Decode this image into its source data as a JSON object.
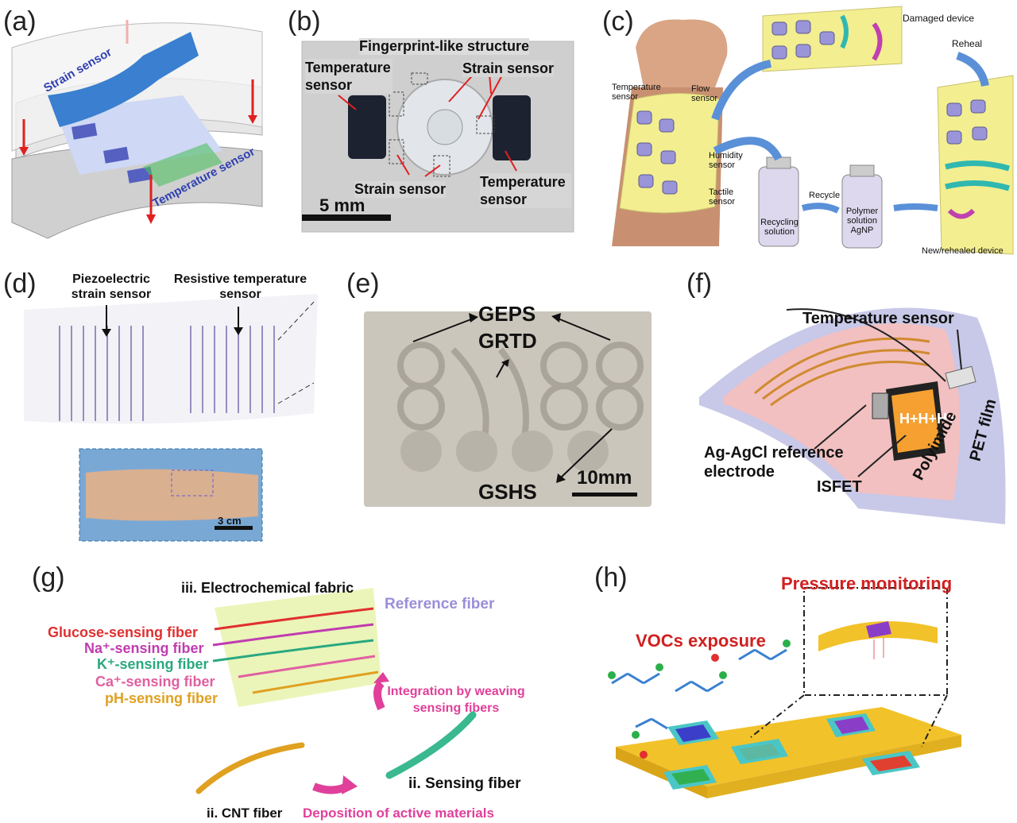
{
  "panels": {
    "a": {
      "label": "(a)",
      "strain": "Strain sensor",
      "temp": "Temperature sensor"
    },
    "b": {
      "label": "(b)",
      "fingerprint": "Fingerprint-like structure",
      "temp1": "Temperature sensor",
      "strain1": "Strain sensor",
      "strain2": "Strain sensor",
      "temp2": "Temperature sensor",
      "scale": "5 mm"
    },
    "c": {
      "label": "(c)",
      "damaged": "Damaged device",
      "reheal": "Reheal",
      "temperature": "Temperature sensor",
      "flow": "Flow sensor",
      "humidity": "Humidity sensor",
      "tactile": "Tactile sensor",
      "recycling": "Recycling solution",
      "recycle": "Recycle",
      "polymer": "Polymer solution AgNP",
      "new": "New/rehealed device"
    },
    "d": {
      "label": "(d)",
      "piezo": "Piezoelectric strain sensor",
      "resistive": "Resistive temperature sensor",
      "scale": "3 cm"
    },
    "e": {
      "label": "(e)",
      "geps": "GEPS",
      "grtd": "GRTD",
      "gshs": "GSHS",
      "scale": "10mm"
    },
    "f": {
      "label": "(f)",
      "temp": "Temperature sensor",
      "hplus": "H+H+H+",
      "agagcl": "Ag-AgCl reference electrode",
      "isfet": "ISFET",
      "polyimide": "Polyimide",
      "pet": "PET film"
    },
    "g": {
      "label": "(g)",
      "fabric": "iii. Electrochemical fabric",
      "reference": "Reference fiber",
      "glucose": "Glucose-sensing fiber",
      "na": "Na⁺-sensing fiber",
      "k": "K⁺-sensing fiber",
      "ca": "Ca⁺-sensing fiber",
      "ph": "pH-sensing fiber",
      "integration": "Integration by weaving sensing fibers",
      "sensing": "ii. Sensing fiber",
      "cnt": "ii. CNT fiber",
      "deposition": "Deposition of active materials"
    },
    "h": {
      "label": "(h)",
      "pressure": "Pressure monitoring",
      "vocs": "VOCs exposure"
    }
  },
  "colors": {
    "red_arrow": "#e02020",
    "reference": "#9a8fd8",
    "glucose": "#e03030",
    "na": "#c03cb0",
    "k": "#2aa880",
    "ca": "#e060a0",
    "ph": "#e0a020",
    "pink_arrow": "#e0409a",
    "pressure": "#d02020"
  }
}
